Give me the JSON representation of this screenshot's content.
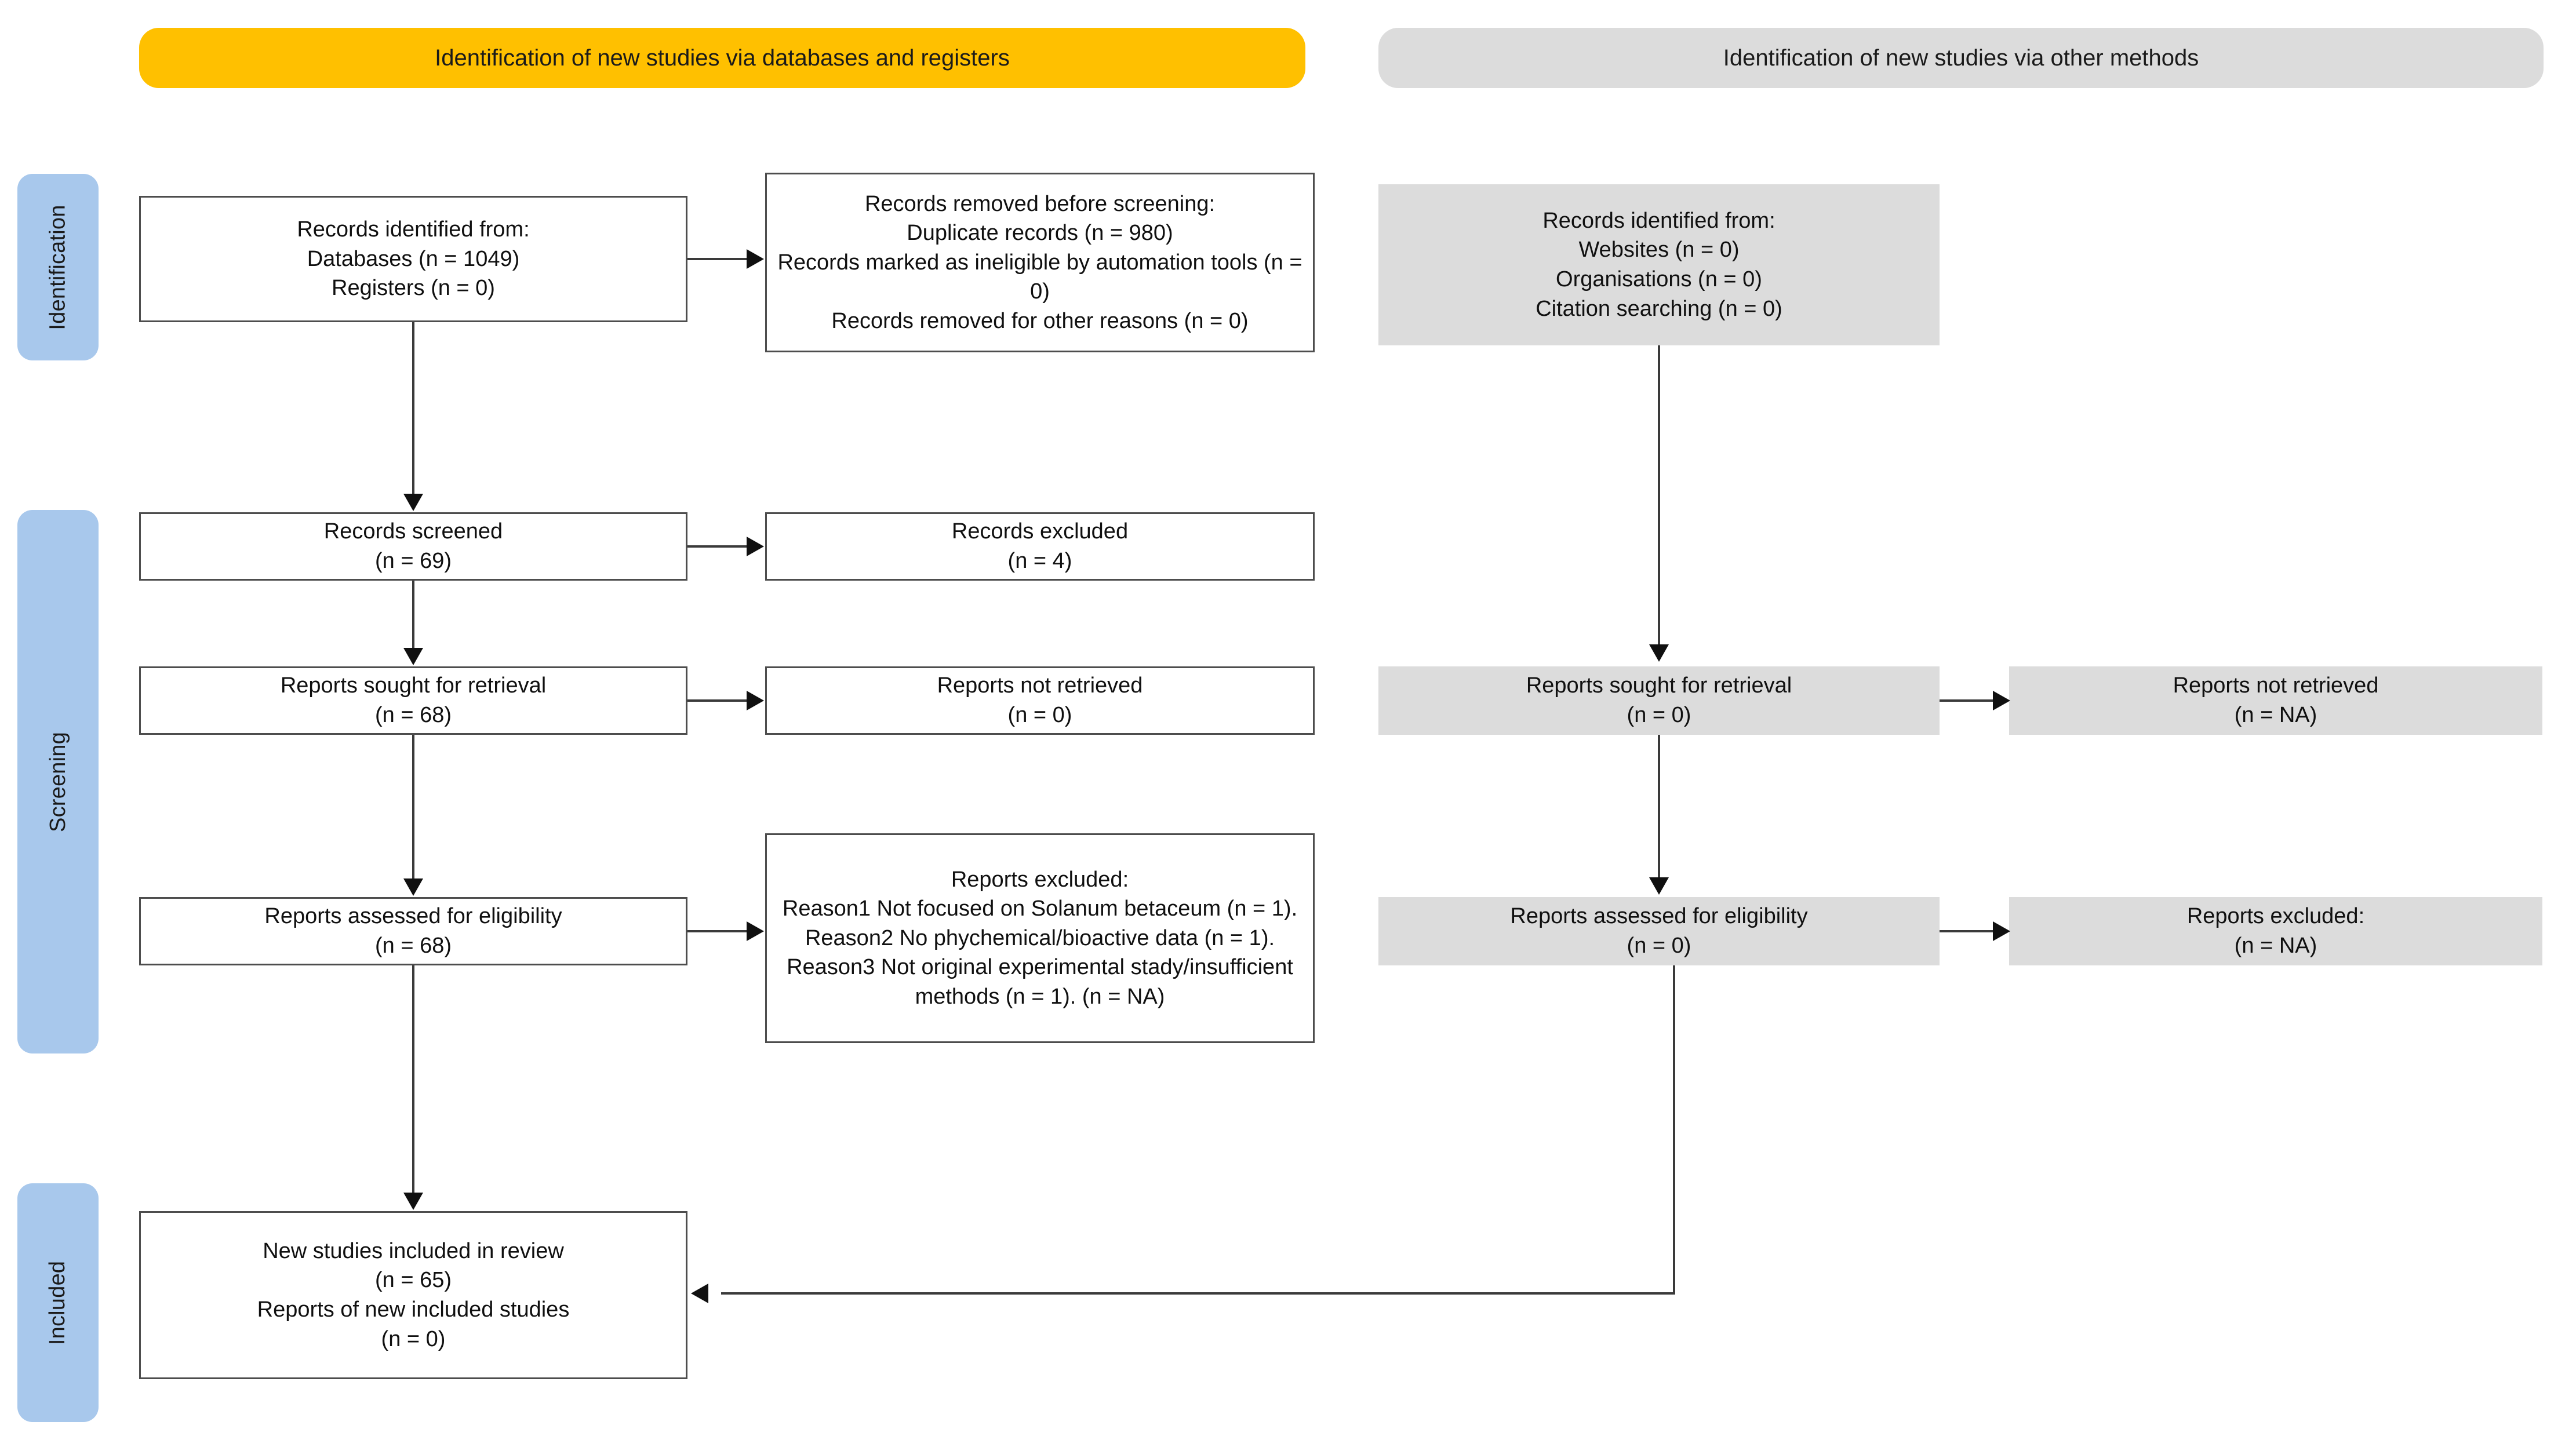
{
  "diagram": {
    "type": "PRISMA 2020 flow diagram",
    "colors": {
      "header_databases": "#ffc000",
      "header_other": "#dcdcdc",
      "stage_pill": "#a8c8ec",
      "node_white_bg": "#ffffff",
      "node_white_border": "#4d4d4d",
      "node_grey_bg": "#dcdcdc",
      "connector": "#3a3a3a",
      "text": "#101010"
    }
  },
  "headers": {
    "databases": "Identification of new studies via databases and registers",
    "other": "Identification of new studies via other methods"
  },
  "stages": [
    {
      "key": "identification",
      "label": "Identification"
    },
    {
      "key": "screening",
      "label": "Screening"
    },
    {
      "key": "included",
      "label": "Included"
    }
  ],
  "nodes": {
    "records_identified": "Records identified from:\nDatabases (n = 1049)\nRegisters (n = 0)",
    "records_removed": "Records removed before screening:\nDuplicate records (n = 980)\nRecords marked as ineligible by automation tools (n = 0)\nRecords removed for other reasons (n = 0)",
    "records_screened": "Records screened\n(n = 69)",
    "records_excluded": "Records excluded\n(n = 4)",
    "reports_sought": "Reports sought for retrieval\n(n = 68)",
    "reports_not_retrieved": "Reports not retrieved\n(n = 0)",
    "reports_assessed": "Reports assessed for eligibility\n(n = 68)",
    "reports_excluded": "Reports excluded:\nReason1 Not focused on Solanum betaceum (n = 1). Reason2 No phychemical/bioactive data (n = 1). Reason3 Not original experimental stady/insufficient methods (n = 1). (n = NA)",
    "new_studies_included": "New studies included in review\n(n = 65)\nReports of new included studies\n(n = 0)",
    "other_records_identified": "Records identified from:\nWebsites (n = 0)\nOrganisations (n = 0)\nCitation searching (n = 0)",
    "other_reports_sought": "Reports sought for retrieval\n(n = 0)",
    "other_reports_not_retrieved": "Reports not retrieved\n(n = NA)",
    "other_reports_assessed": "Reports assessed for eligibility\n(n = 0)",
    "other_reports_excluded": "Reports excluded:\n(n = NA)"
  },
  "counts": {
    "databases": 1049,
    "registers": 0,
    "duplicate_records": 980,
    "ineligible_automation": 0,
    "removed_other_reasons": 0,
    "records_screened": 69,
    "records_excluded": 4,
    "reports_sought": 68,
    "reports_not_retrieved": 0,
    "reports_assessed": 68,
    "reports_excluded_reason1": 1,
    "reports_excluded_reason2": 1,
    "reports_excluded_reason3": 1,
    "new_studies_included": 65,
    "reports_of_new_included_studies": 0,
    "other_websites": 0,
    "other_organisations": 0,
    "other_citation_searching": 0,
    "other_reports_sought": 0,
    "other_reports_assessed": 0
  }
}
